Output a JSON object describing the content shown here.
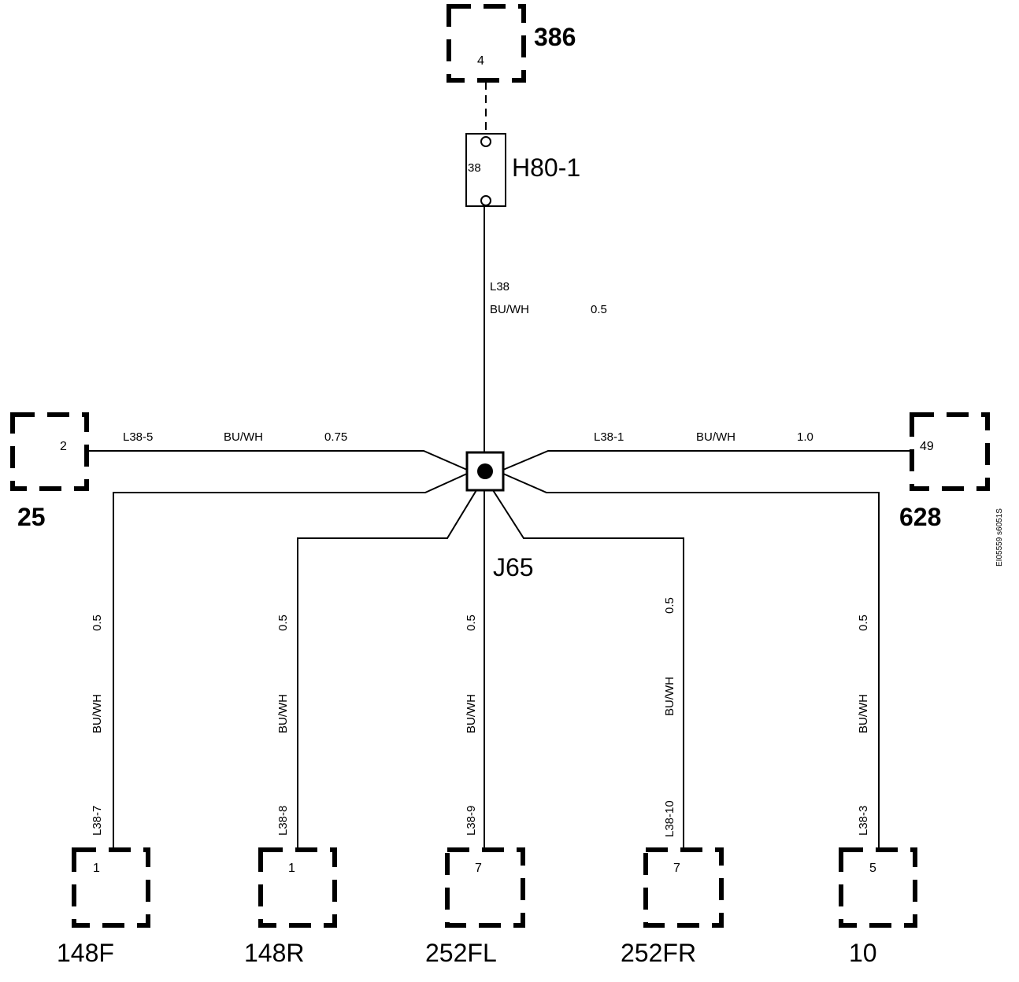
{
  "connectors": {
    "c386": {
      "id": "386",
      "pin": "4"
    },
    "c25": {
      "id": "25",
      "pin": "2"
    },
    "c628": {
      "id": "628",
      "pin": "49"
    },
    "c148F": {
      "id": "148F",
      "pin": "1"
    },
    "c148R": {
      "id": "148R",
      "pin": "1"
    },
    "c252FL": {
      "id": "252FL",
      "pin": "7"
    },
    "c252FR": {
      "id": "252FR",
      "pin": "7"
    },
    "c10": {
      "id": "10",
      "pin": "5"
    }
  },
  "h80": {
    "id": "H80-1",
    "pin": "38"
  },
  "splice": {
    "id": "J65"
  },
  "wires": {
    "main": {
      "circuit": "L38",
      "color": "BU/WH",
      "size": "0.5"
    },
    "left": {
      "circuit": "L38-5",
      "color": "BU/WH",
      "size": "0.75"
    },
    "right": {
      "circuit": "L38-1",
      "color": "BU/WH",
      "size": "1.0"
    },
    "w148F": {
      "circuit": "L38-7",
      "color": "BU/WH",
      "size": "0.5"
    },
    "w148R": {
      "circuit": "L38-8",
      "color": "BU/WH",
      "size": "0.5"
    },
    "w252FL": {
      "circuit": "L38-9",
      "color": "BU/WH",
      "size": "0.5"
    },
    "w252FR": {
      "circuit": "L38-10",
      "color": "BU/WH",
      "size": "0.5"
    },
    "w10": {
      "circuit": "L38-3",
      "color": "BU/WH",
      "size": "0.5"
    }
  },
  "figure_id": "EI05559 s6051S"
}
